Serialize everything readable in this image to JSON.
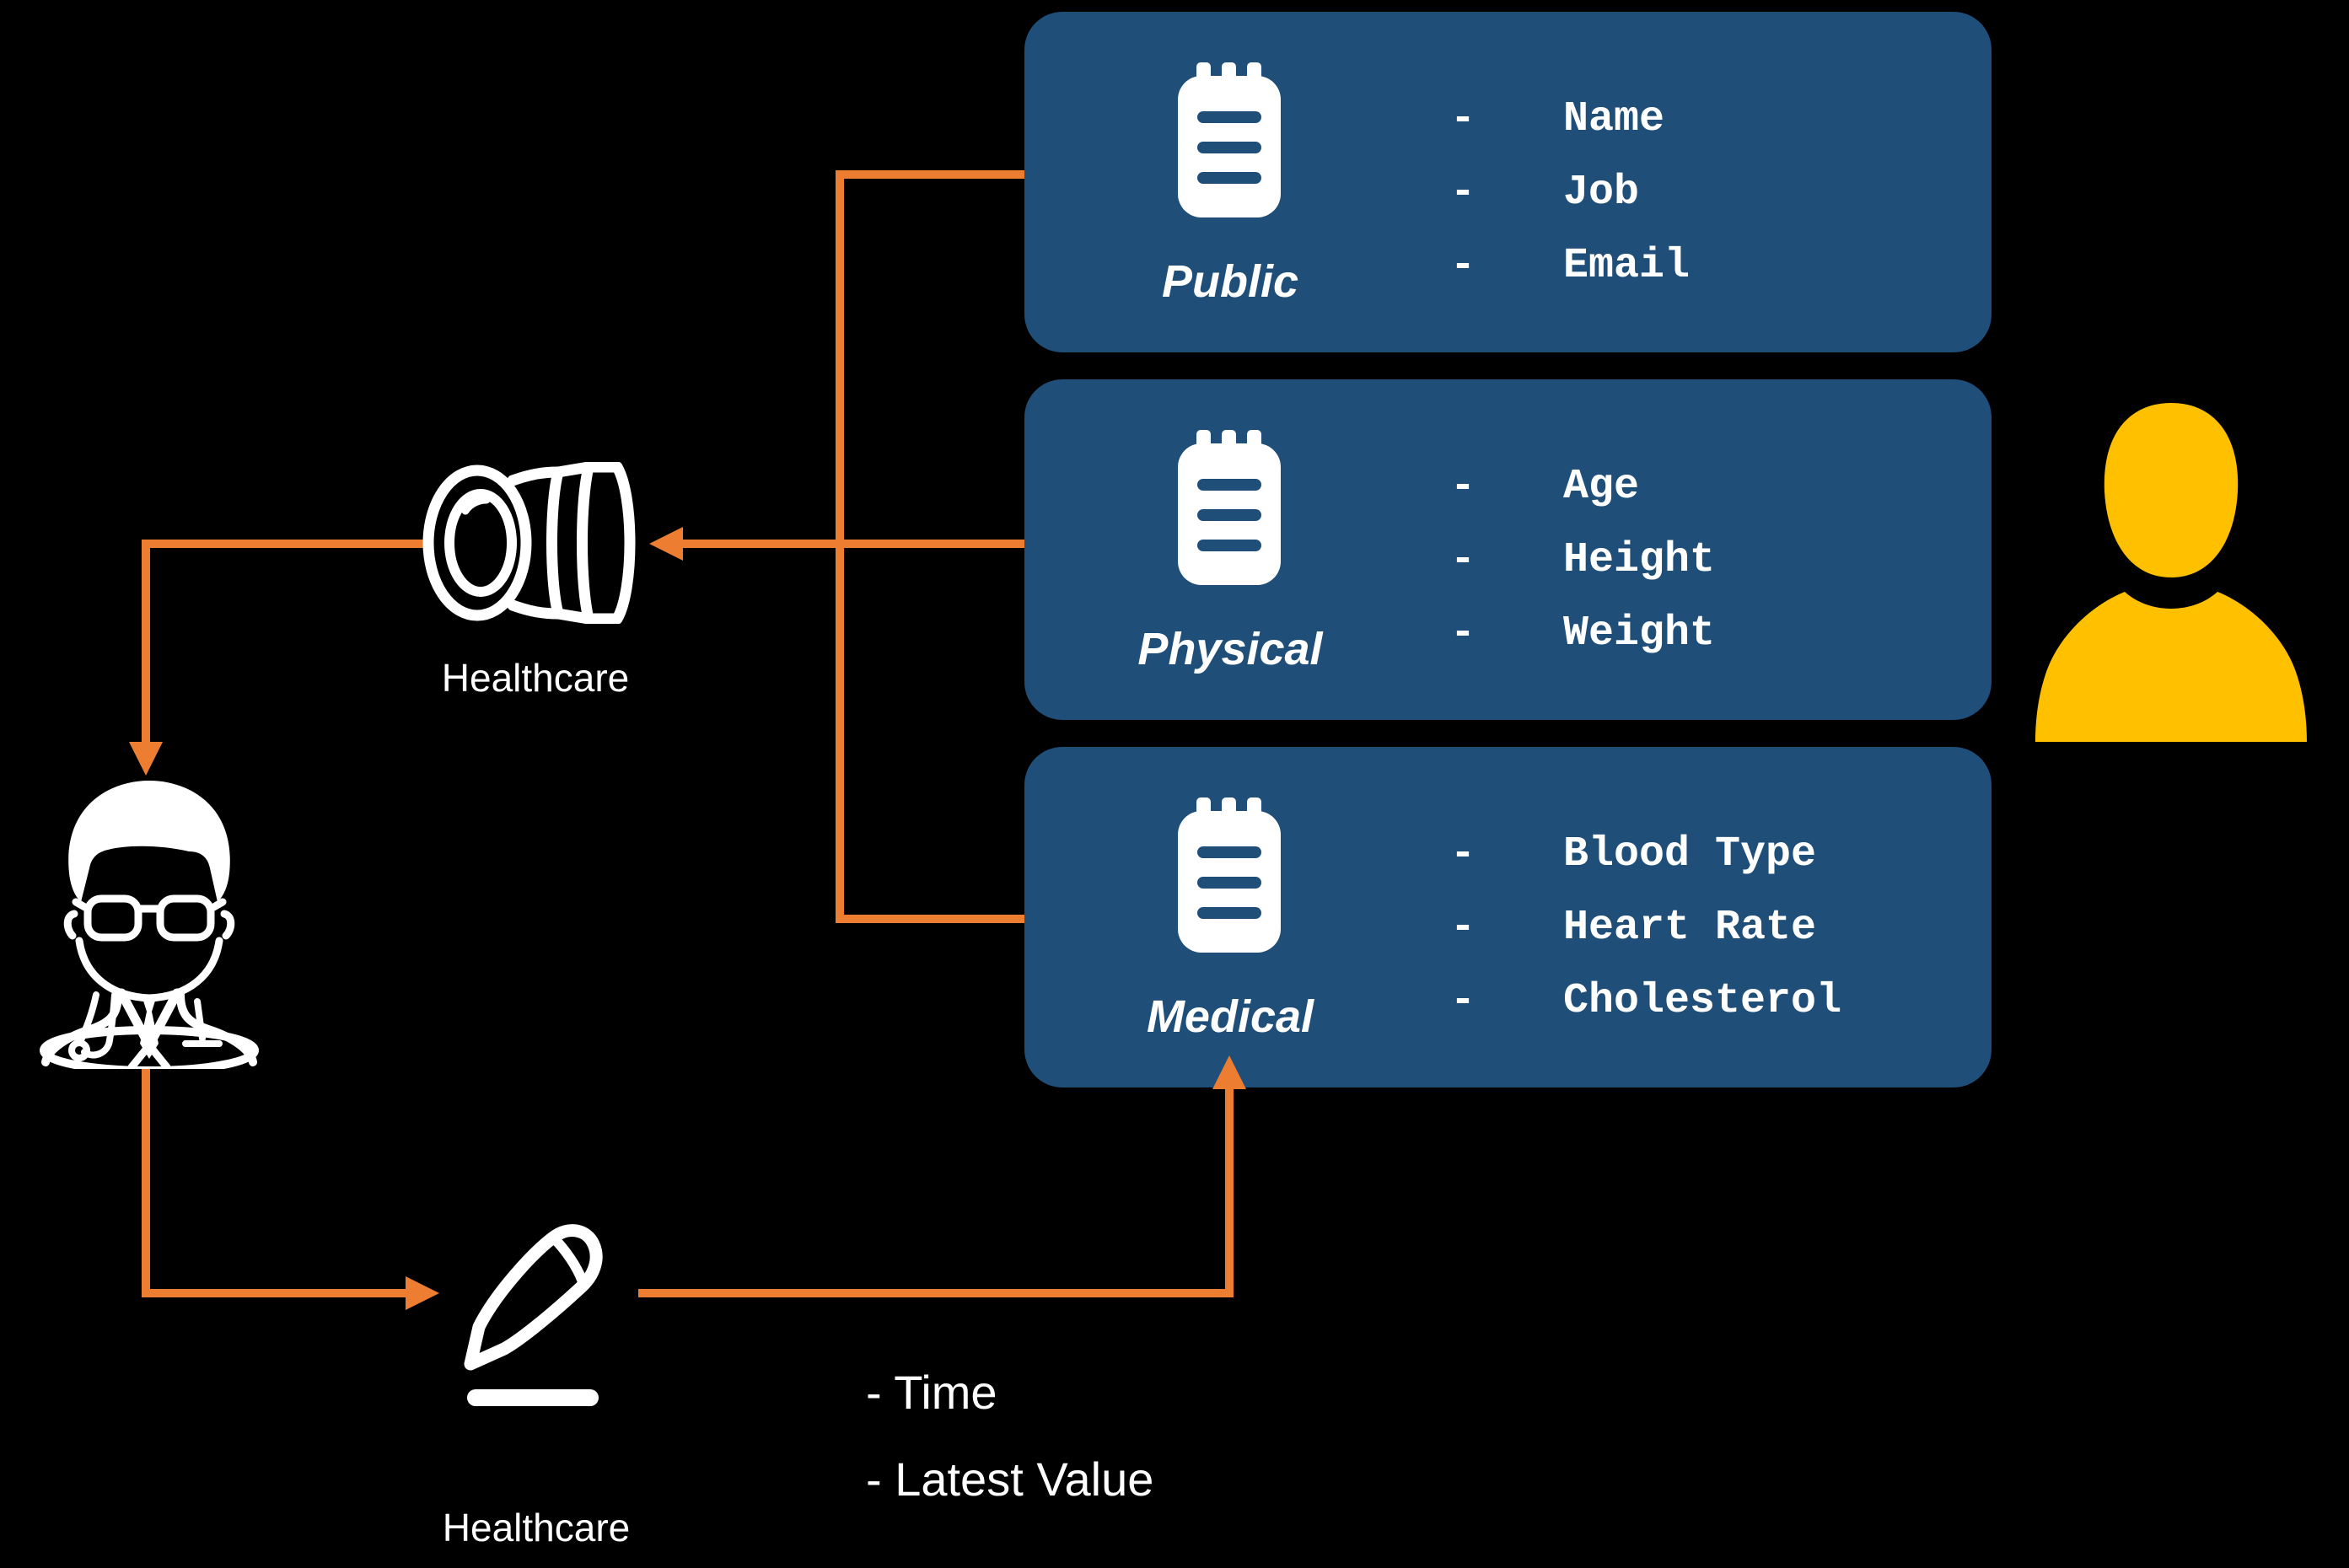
{
  "colors": {
    "background": "#000000",
    "box_blue": "#1F4E79",
    "arrow_orange": "#ED7D31",
    "person_yellow": "#FFC000",
    "text_white": "#FFFFFF"
  },
  "bullet": "-",
  "boxes": [
    {
      "label": "Public",
      "items": [
        "Name",
        "Job",
        "Email"
      ]
    },
    {
      "label": "Physical",
      "items": [
        "Age",
        "Height",
        "Weight"
      ]
    },
    {
      "label": "Medical",
      "items": [
        "Blood Type",
        "Heart Rate",
        "Cholesterol"
      ]
    }
  ],
  "camera": {
    "label": "Healthcare"
  },
  "writer": {
    "label": "Healthcare"
  },
  "write_annotations": {
    "line1": "- Time",
    "line2": "- Latest Value"
  }
}
